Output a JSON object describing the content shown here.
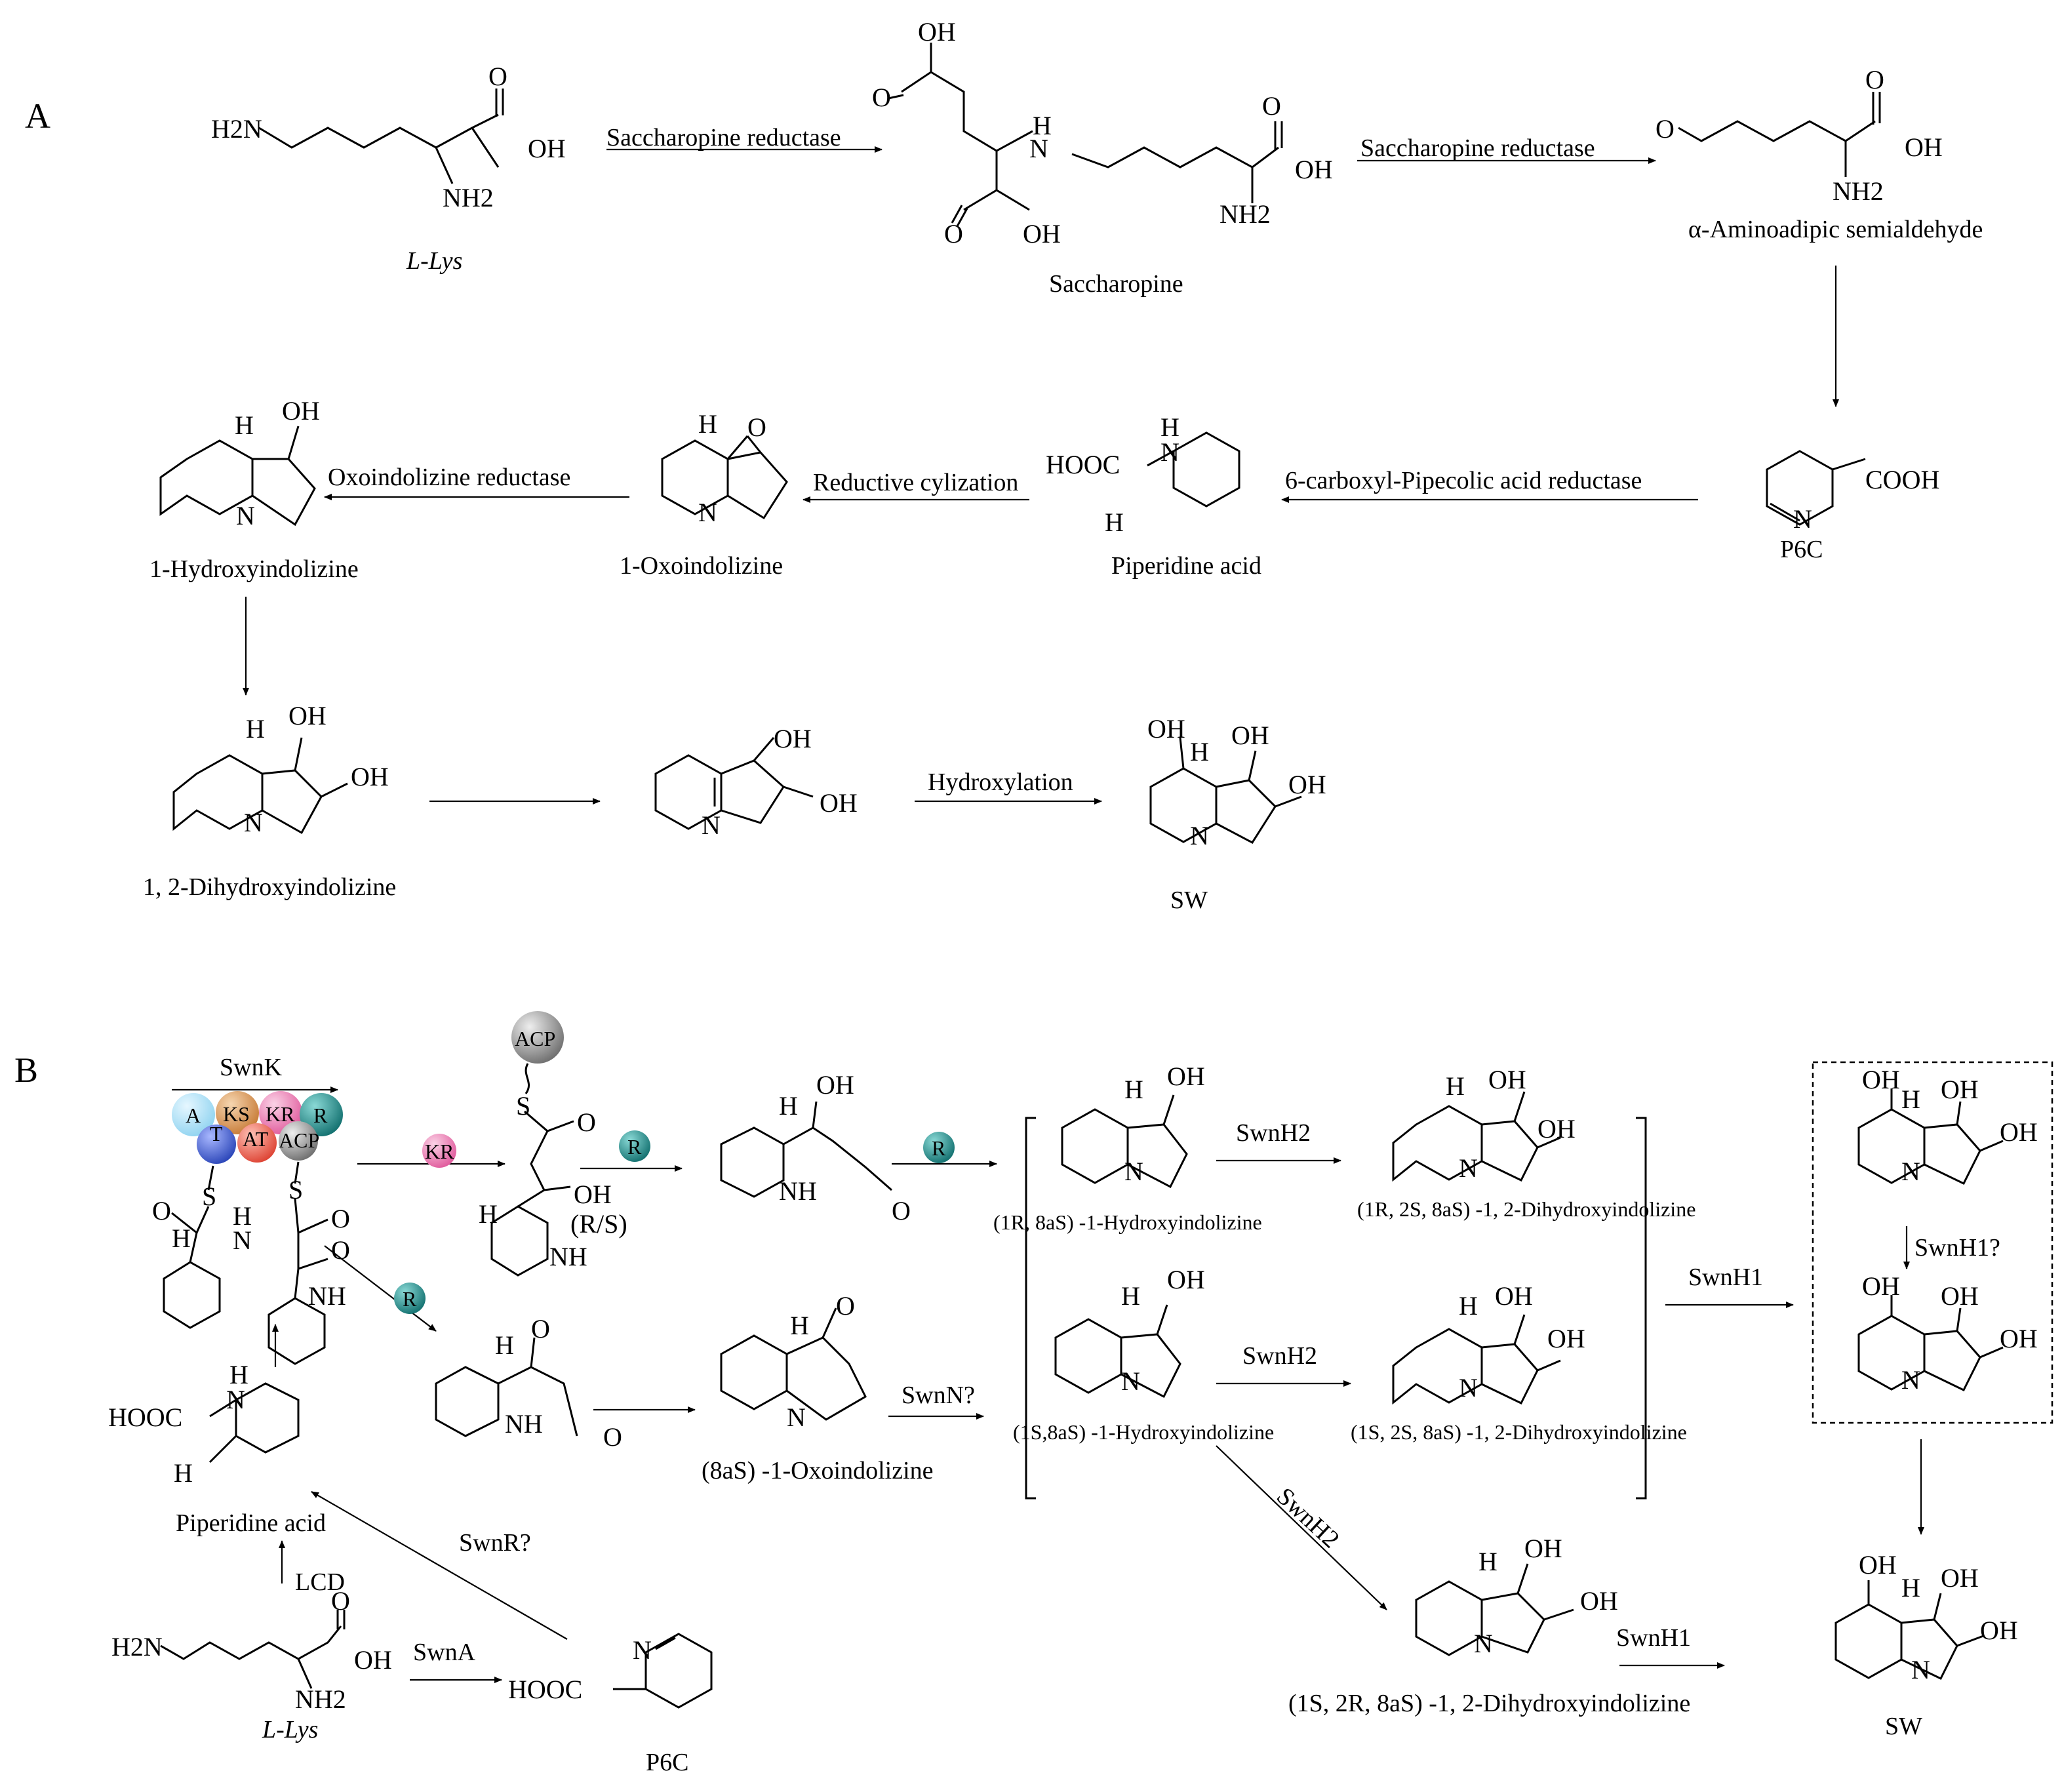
{
  "panels": {
    "a": "A",
    "b": "B"
  },
  "panel_a": {
    "lys": "L-Lys",
    "lys_nh2": "NH2",
    "lys_h2n": "H2N",
    "lys_oh": "OH",
    "lys_o": "O",
    "step1_enzyme": "Saccharopine    reductase",
    "saccharopine": "Saccharopine",
    "sac_oh1": "OH",
    "sac_o1": "O",
    "sac_nh": "H",
    "sac_n": "N",
    "sac_o2": "O",
    "sac_oh2": "OH",
    "sac_o3": "O",
    "sac_oh3": "OH",
    "sac_nh2": "NH2",
    "step2_enzyme": "Saccharopine    reductase",
    "aasa": "α-Aminoadipic semialdehyde",
    "aasa_o": "O",
    "aasa_o2": "O",
    "aasa_oh": "OH",
    "aasa_nh2": "NH2",
    "p6c": "P6C",
    "p6c_cooh": "COOH",
    "p6c_n": "N",
    "step3_enzyme": "6-carboxyl-Pipecolic acid reductase",
    "piperidine": "Piperidine acid",
    "pip_hooc": "HOOC",
    "pip_h": "H",
    "pip_n": "N",
    "pip_h2": "H",
    "step4_enzyme": "Reductive cylization",
    "oxo": "1-Oxoindolizine",
    "oxo_h": "H",
    "oxo_o": "O",
    "oxo_n": "N",
    "step5_enzyme": "Oxoindolizine    reductase",
    "hydroxy": "1-Hydroxyindolizine",
    "hyd_h": "H",
    "hyd_oh": "OH",
    "hyd_n": "N",
    "dihydroxy": "1, 2-Dihydroxyindolizine",
    "dih_h": "H",
    "dih_oh1": "OH",
    "dih_oh2": "OH",
    "dih_n": "N",
    "imin_oh1": "OH",
    "imin_oh2": "OH",
    "imin_n": "N",
    "step6_enzyme": "Hydroxylation",
    "sw": "SW",
    "sw_oh1": "OH",
    "sw_h": "H",
    "sw_oh2": "OH",
    "sw_oh3": "OH",
    "sw_n": "N"
  },
  "panel_b": {
    "swnk": "SwnK",
    "domains": [
      "A",
      "KS",
      "KR",
      "R",
      "T",
      "AT",
      "ACP"
    ],
    "domain_colors": {
      "A": "#8fd3f0",
      "KS": "#d98b4a",
      "KR": "#e96aa8",
      "R": "#1f8c8c",
      "T": "#3f5fd0",
      "AT": "#ea5a4a",
      "ACP": "#9a9a9a"
    },
    "acp": "ACP",
    "kr": "KR",
    "r": "R",
    "s": "S",
    "o": "O",
    "h": "H",
    "n": "N",
    "nh": "NH",
    "oh": "OH",
    "rs": "(R/S)",
    "lys": "L-Lys",
    "lys_h2n": "H2N",
    "lys_nh2": "NH2",
    "lys_oh": "OH",
    "lys_o": "O",
    "lcd": "LCD",
    "swna": "SwnA",
    "p6c": "P6C",
    "p6c_hooc": "HOOC",
    "swnr": "SwnR?",
    "piperidine": "Piperidine acid",
    "pip_hooc": "HOOC",
    "oxo": "(8aS)  -1-Oxoindolizine",
    "swnn": "SwnN?",
    "hyd_1r": "(1R, 8aS)  -1-Hydroxyindolizine",
    "hyd_1s": "(1S,8aS)  -1-Hydroxyindolizine",
    "swnh2_a": "SwnH2",
    "swnh2_b": "SwnH2",
    "swnh2_c": "SwnH2",
    "dih_1r2s": "(1R, 2S, 8aS)  -1, 2-Dihydroxyindolizine",
    "dih_1s2s": "(1S, 2S, 8aS)  -1, 2-Dihydroxyindolizine",
    "dih_1s2r": "(1S, 2R, 8aS)  -1, 2-Dihydroxyindolizine",
    "swnh1_a": "SwnH1",
    "swnh1_q": "SwnH1?",
    "swnh1_b": "SwnH1",
    "sw": "SW"
  }
}
